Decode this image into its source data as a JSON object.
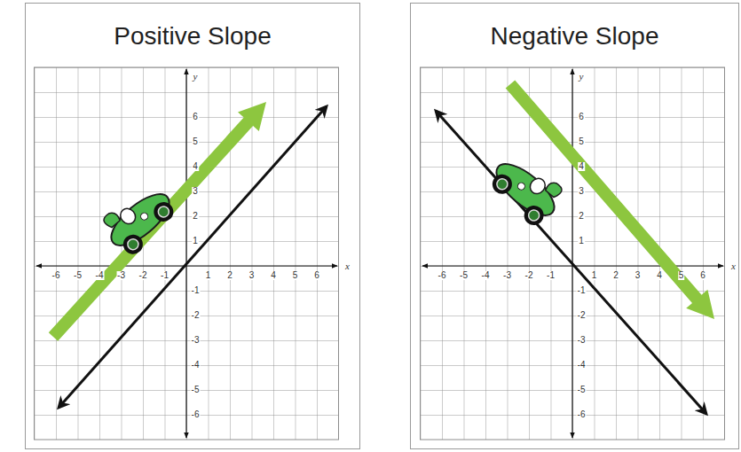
{
  "diagram": {
    "nodes": [
      {
        "text": [
          "Positive Slope"
        ]
      },
      {
        "text": [
          "Negative Slope"
        ]
      }
    ],
    "labels": [
      "y",
      "6",
      "5",
      "4",
      "3",
      "2",
      "1",
      "-1",
      "-2",
      "-3",
      "-4",
      "-5",
      "-6",
      "x",
      "-6",
      "-5",
      "-4",
      "-3",
      "-2",
      "-1",
      "1",
      "2",
      "3",
      "4",
      "5",
      "6",
      "y",
      "6",
      "5",
      "4",
      "3",
      "2",
      "1",
      "-1",
      "-2",
      "-3",
      "-4",
      "-5",
      "-6",
      "x",
      "-6",
      "-5",
      "-4",
      "-3",
      "-2",
      "-1",
      "1",
      "2",
      "3",
      "4",
      "5",
      "6"
    ]
  }
}
